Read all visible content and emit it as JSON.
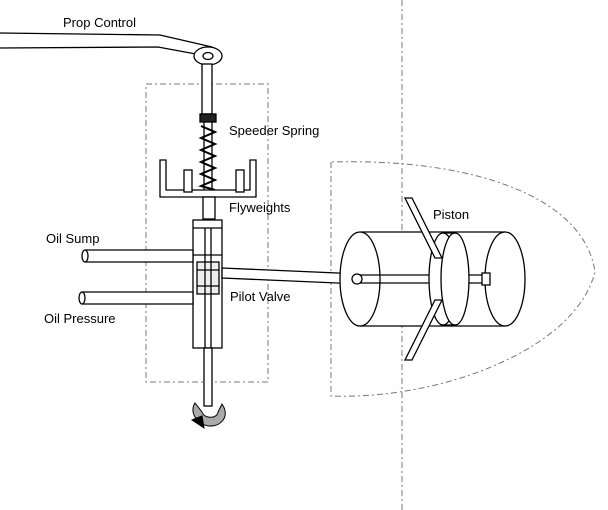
{
  "labels": {
    "prop_control": "Prop Control",
    "speeder_spring": "Speeder Spring",
    "flyweights": "Flyweights",
    "oil_sump": "Oil Sump",
    "pilot_valve": "Pilot Valve",
    "oil_pressure": "Oil Pressure",
    "piston": "Piston"
  },
  "colors": {
    "line": "#000000",
    "dashed": "#777777",
    "background": "#ffffff"
  },
  "icons": {
    "rotation": "rotation-arrow-icon"
  }
}
